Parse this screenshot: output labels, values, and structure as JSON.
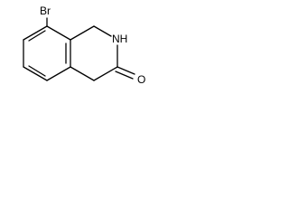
{
  "molecule": {
    "atoms": {
      "bromine": "Br",
      "nitrogen_h": "NH",
      "oxygen": "O"
    }
  }
}
